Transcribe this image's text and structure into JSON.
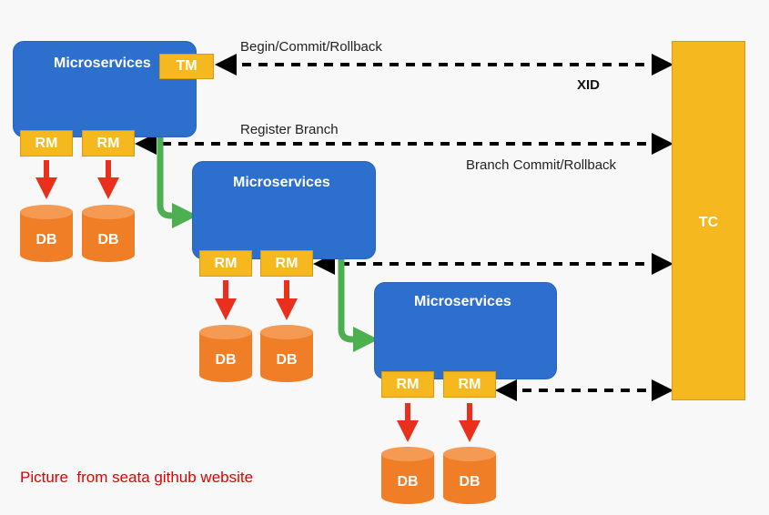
{
  "service_title": "Microservices",
  "tm_label": "TM",
  "rm_label": "RM",
  "db_label": "DB",
  "tc_label": "TC",
  "edges": {
    "begin_commit_rollback": "Begin/Commit/Rollback",
    "xid": "XID",
    "register_branch": "Register Branch",
    "branch_commit_rollback": "Branch Commit/Rollback"
  },
  "caption": "Picture  from seata github website",
  "colors": {
    "service": "#2d6fcd",
    "component": "#f5b81f",
    "database": "#f07e26",
    "call_arrow": "#4caf50",
    "db_arrow": "#e8301c",
    "rpc_arrow": "#000000",
    "caption": "#e30000"
  }
}
